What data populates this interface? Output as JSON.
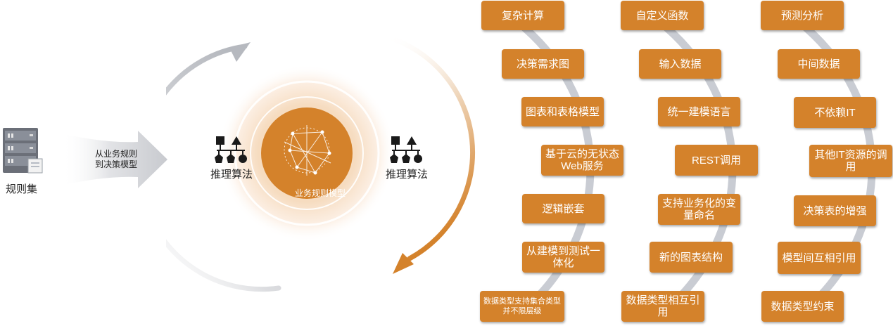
{
  "left": {
    "rules_label": "规则集",
    "funnel_line1": "从业务规则",
    "funnel_line2": "到决策模型"
  },
  "center": {
    "model_label": "业务规则模型",
    "inference_left": "推理算法",
    "inference_right": "推理算法"
  },
  "features": {
    "col1": [
      "复杂计算",
      "决策需求图",
      "图表和表格模型",
      "基于云的无状态Web服务",
      "逻辑嵌套",
      "从建模到测试一体化",
      "数据类型支持集合类型并不限层级"
    ],
    "col2": [
      "自定义函数",
      "输入数据",
      "统一建模语言",
      "REST调用",
      "支持业务化的变量命名",
      "新的图表结构",
      "数据类型相互引用"
    ],
    "col3": [
      "预测分析",
      "中间数据",
      "不依赖IT",
      "其他IT资源的调用",
      "决策表的增强",
      "模型间互相引用",
      "数据类型约束"
    ]
  },
  "colors": {
    "accent": "#d4822b",
    "track": "#c9ccd3",
    "text": "#222222"
  }
}
